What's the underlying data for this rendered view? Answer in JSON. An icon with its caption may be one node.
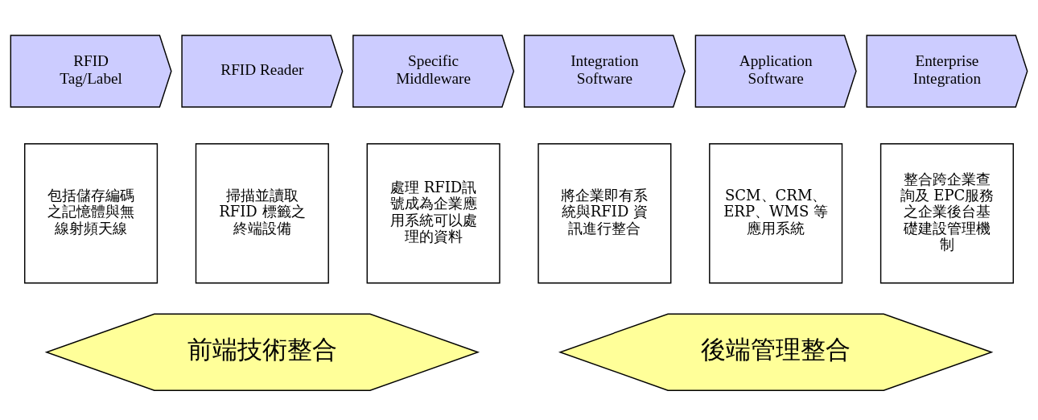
{
  "diagram": {
    "nodes": [
      {
        "text": [
          "RFID Tag/Label"
        ]
      },
      {
        "text": [
          "RFID Reader"
        ]
      },
      {
        "text": [
          "Specific Middleware"
        ]
      },
      {
        "text": [
          "Integration Software"
        ]
      },
      {
        "text": [
          "Application Software"
        ]
      },
      {
        "text": [
          "Enterprise Integration"
        ]
      },
      {
        "text": [
          "包括儲存編碼之記憶體與無線射頻天線"
        ]
      },
      {
        "text": [
          "掃描並讀取RFID 標籤之終端設備"
        ]
      },
      {
        "text": [
          "處理 RFID訊號成為企業應用系統可以處理的資料"
        ]
      },
      {
        "text": [
          "將企業即有系統與RFID 資訊進行整合"
        ]
      },
      {
        "text": [
          "SCM、CRM、ERP、WMS 等應用系統"
        ]
      },
      {
        "text": [
          "整合跨企業查詢及 EPC服務之企業後台基礎建設管理機制"
        ]
      },
      {
        "text": [
          "前端技術整合"
        ]
      },
      {
        "text": [
          "後端管理整合"
        ]
      }
    ]
  }
}
